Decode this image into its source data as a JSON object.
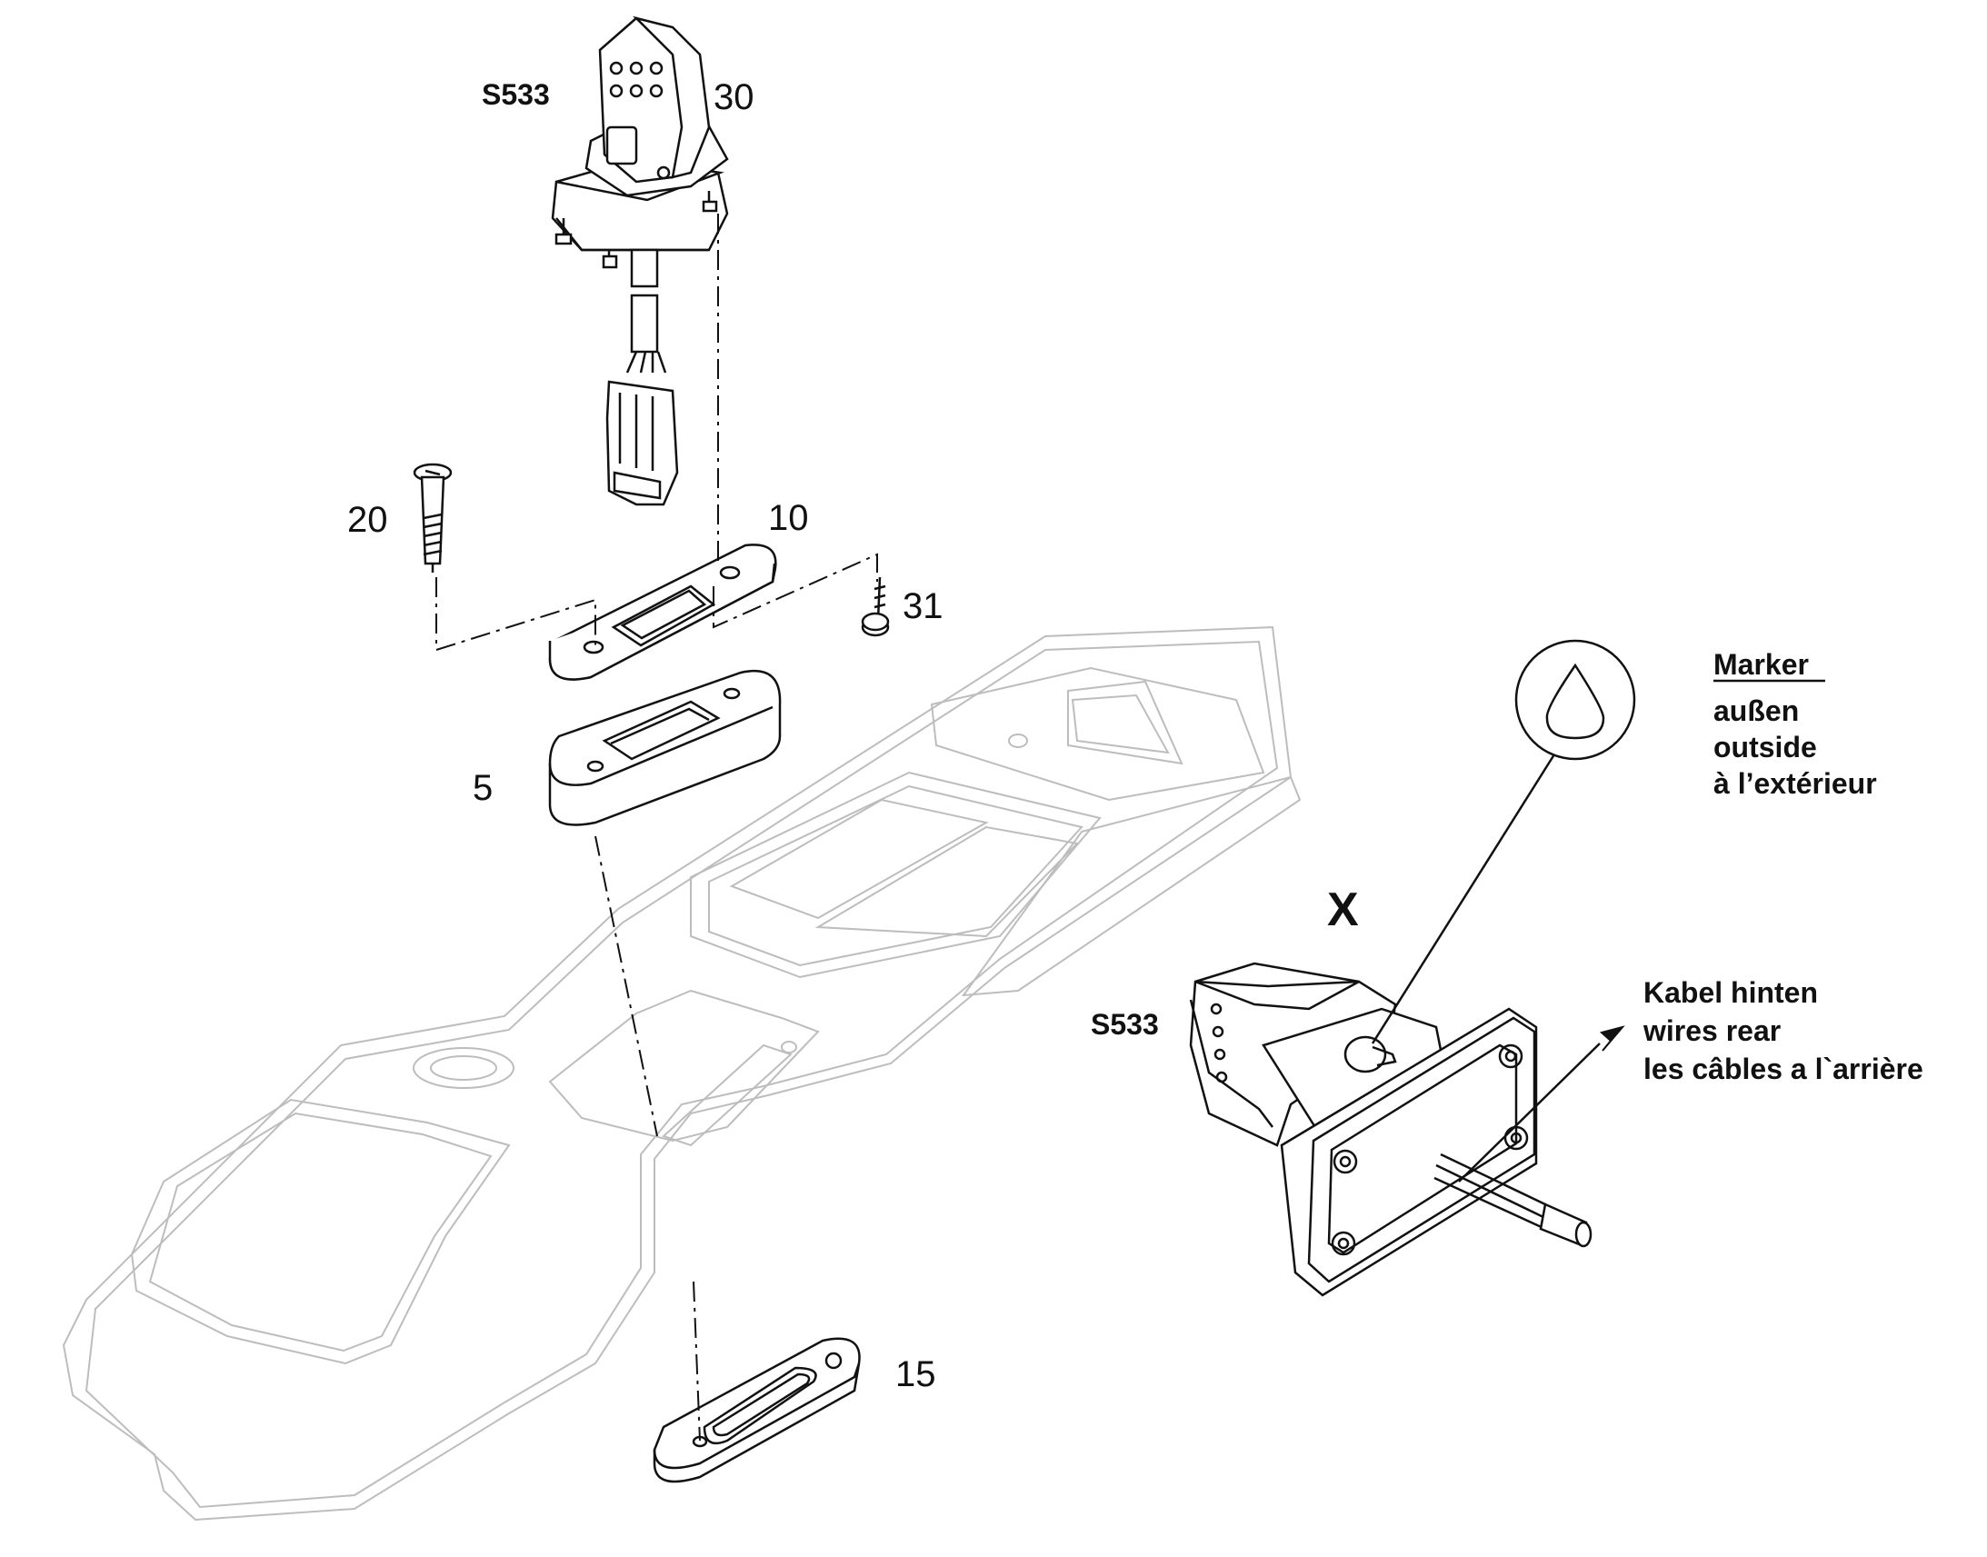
{
  "callouts": {
    "s533_top": "S533",
    "p30": "30",
    "p20": "20",
    "p10": "10",
    "p31": "31",
    "p5": "5",
    "p15": "15",
    "x": "X",
    "s533_detail": "S533"
  },
  "marker_note": {
    "title": "Marker",
    "line1": "außen",
    "line2": "outside",
    "line3": "à l’extérieur"
  },
  "cable_note": {
    "line1": "Kabel hinten",
    "line2": "wires rear",
    "line3": "les câbles a l`arrière"
  },
  "icons": [
    "droplet-icon",
    "arrow-icon"
  ],
  "colors": {
    "ink": "#111111",
    "ghost": "#bdbdbd",
    "background": "#ffffff"
  }
}
